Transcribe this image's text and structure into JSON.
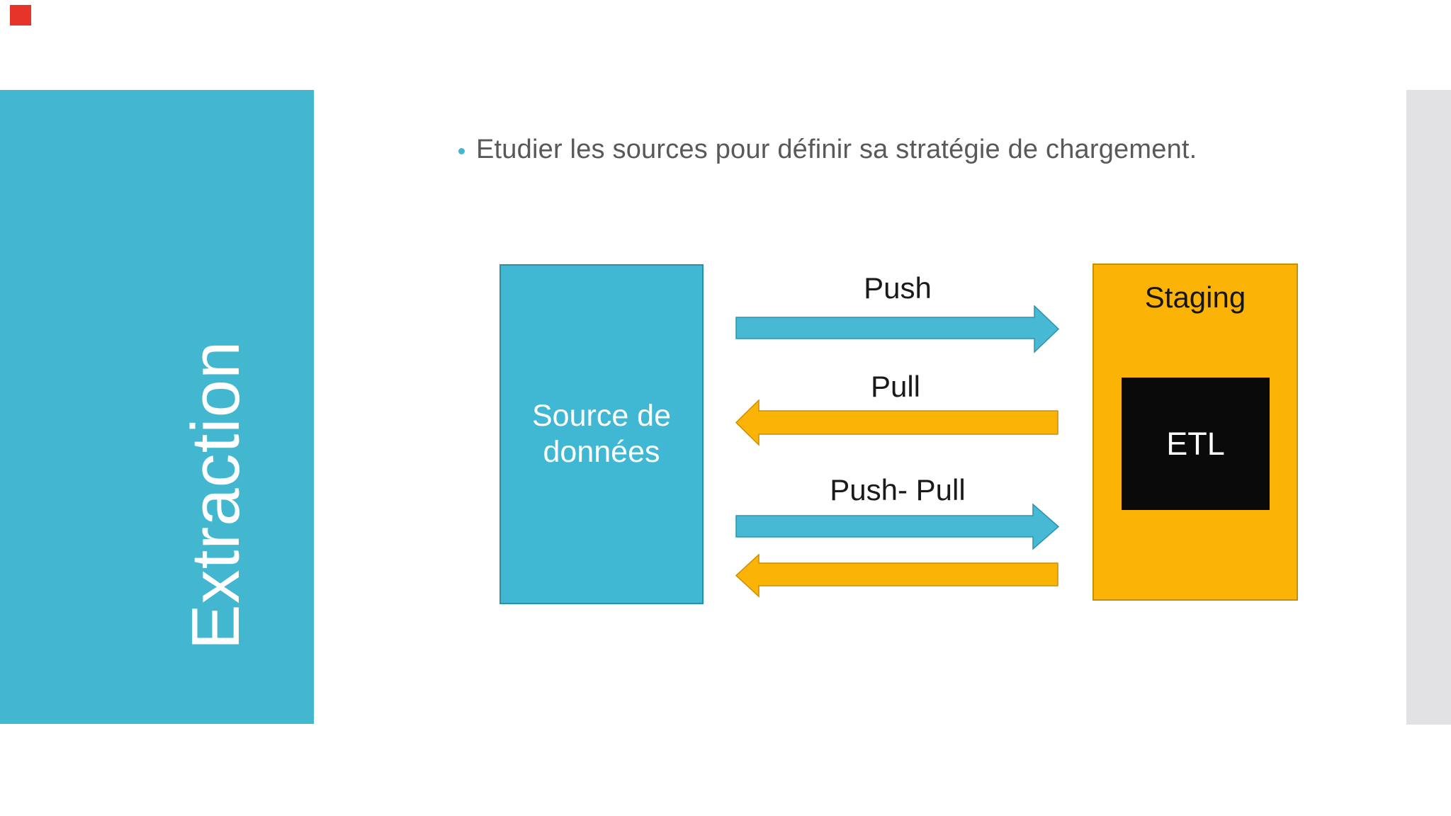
{
  "slide": {
    "vertical_title": "Extraction",
    "bullet_text": "Etudier les sources pour définir sa stratégie de chargement.",
    "diagram": {
      "source_label": "Source de données",
      "staging_label": "Staging",
      "etl_label": "ETL",
      "push_label": "Push",
      "pull_label": "Pull",
      "push_pull_label": "Push- Pull"
    },
    "colors": {
      "teal_panel": "#43b7cf",
      "teal_shape_fill": "#47b9d4",
      "teal_shape_border": "#2e93ad",
      "orange_shape_fill": "#fbb405",
      "orange_shape_border": "#c98e04",
      "etl_black": "#0a0a0a",
      "right_strip_gray": "#e2e1e3",
      "body_text_gray": "#58595b",
      "red_marker": "#e7342b"
    }
  }
}
